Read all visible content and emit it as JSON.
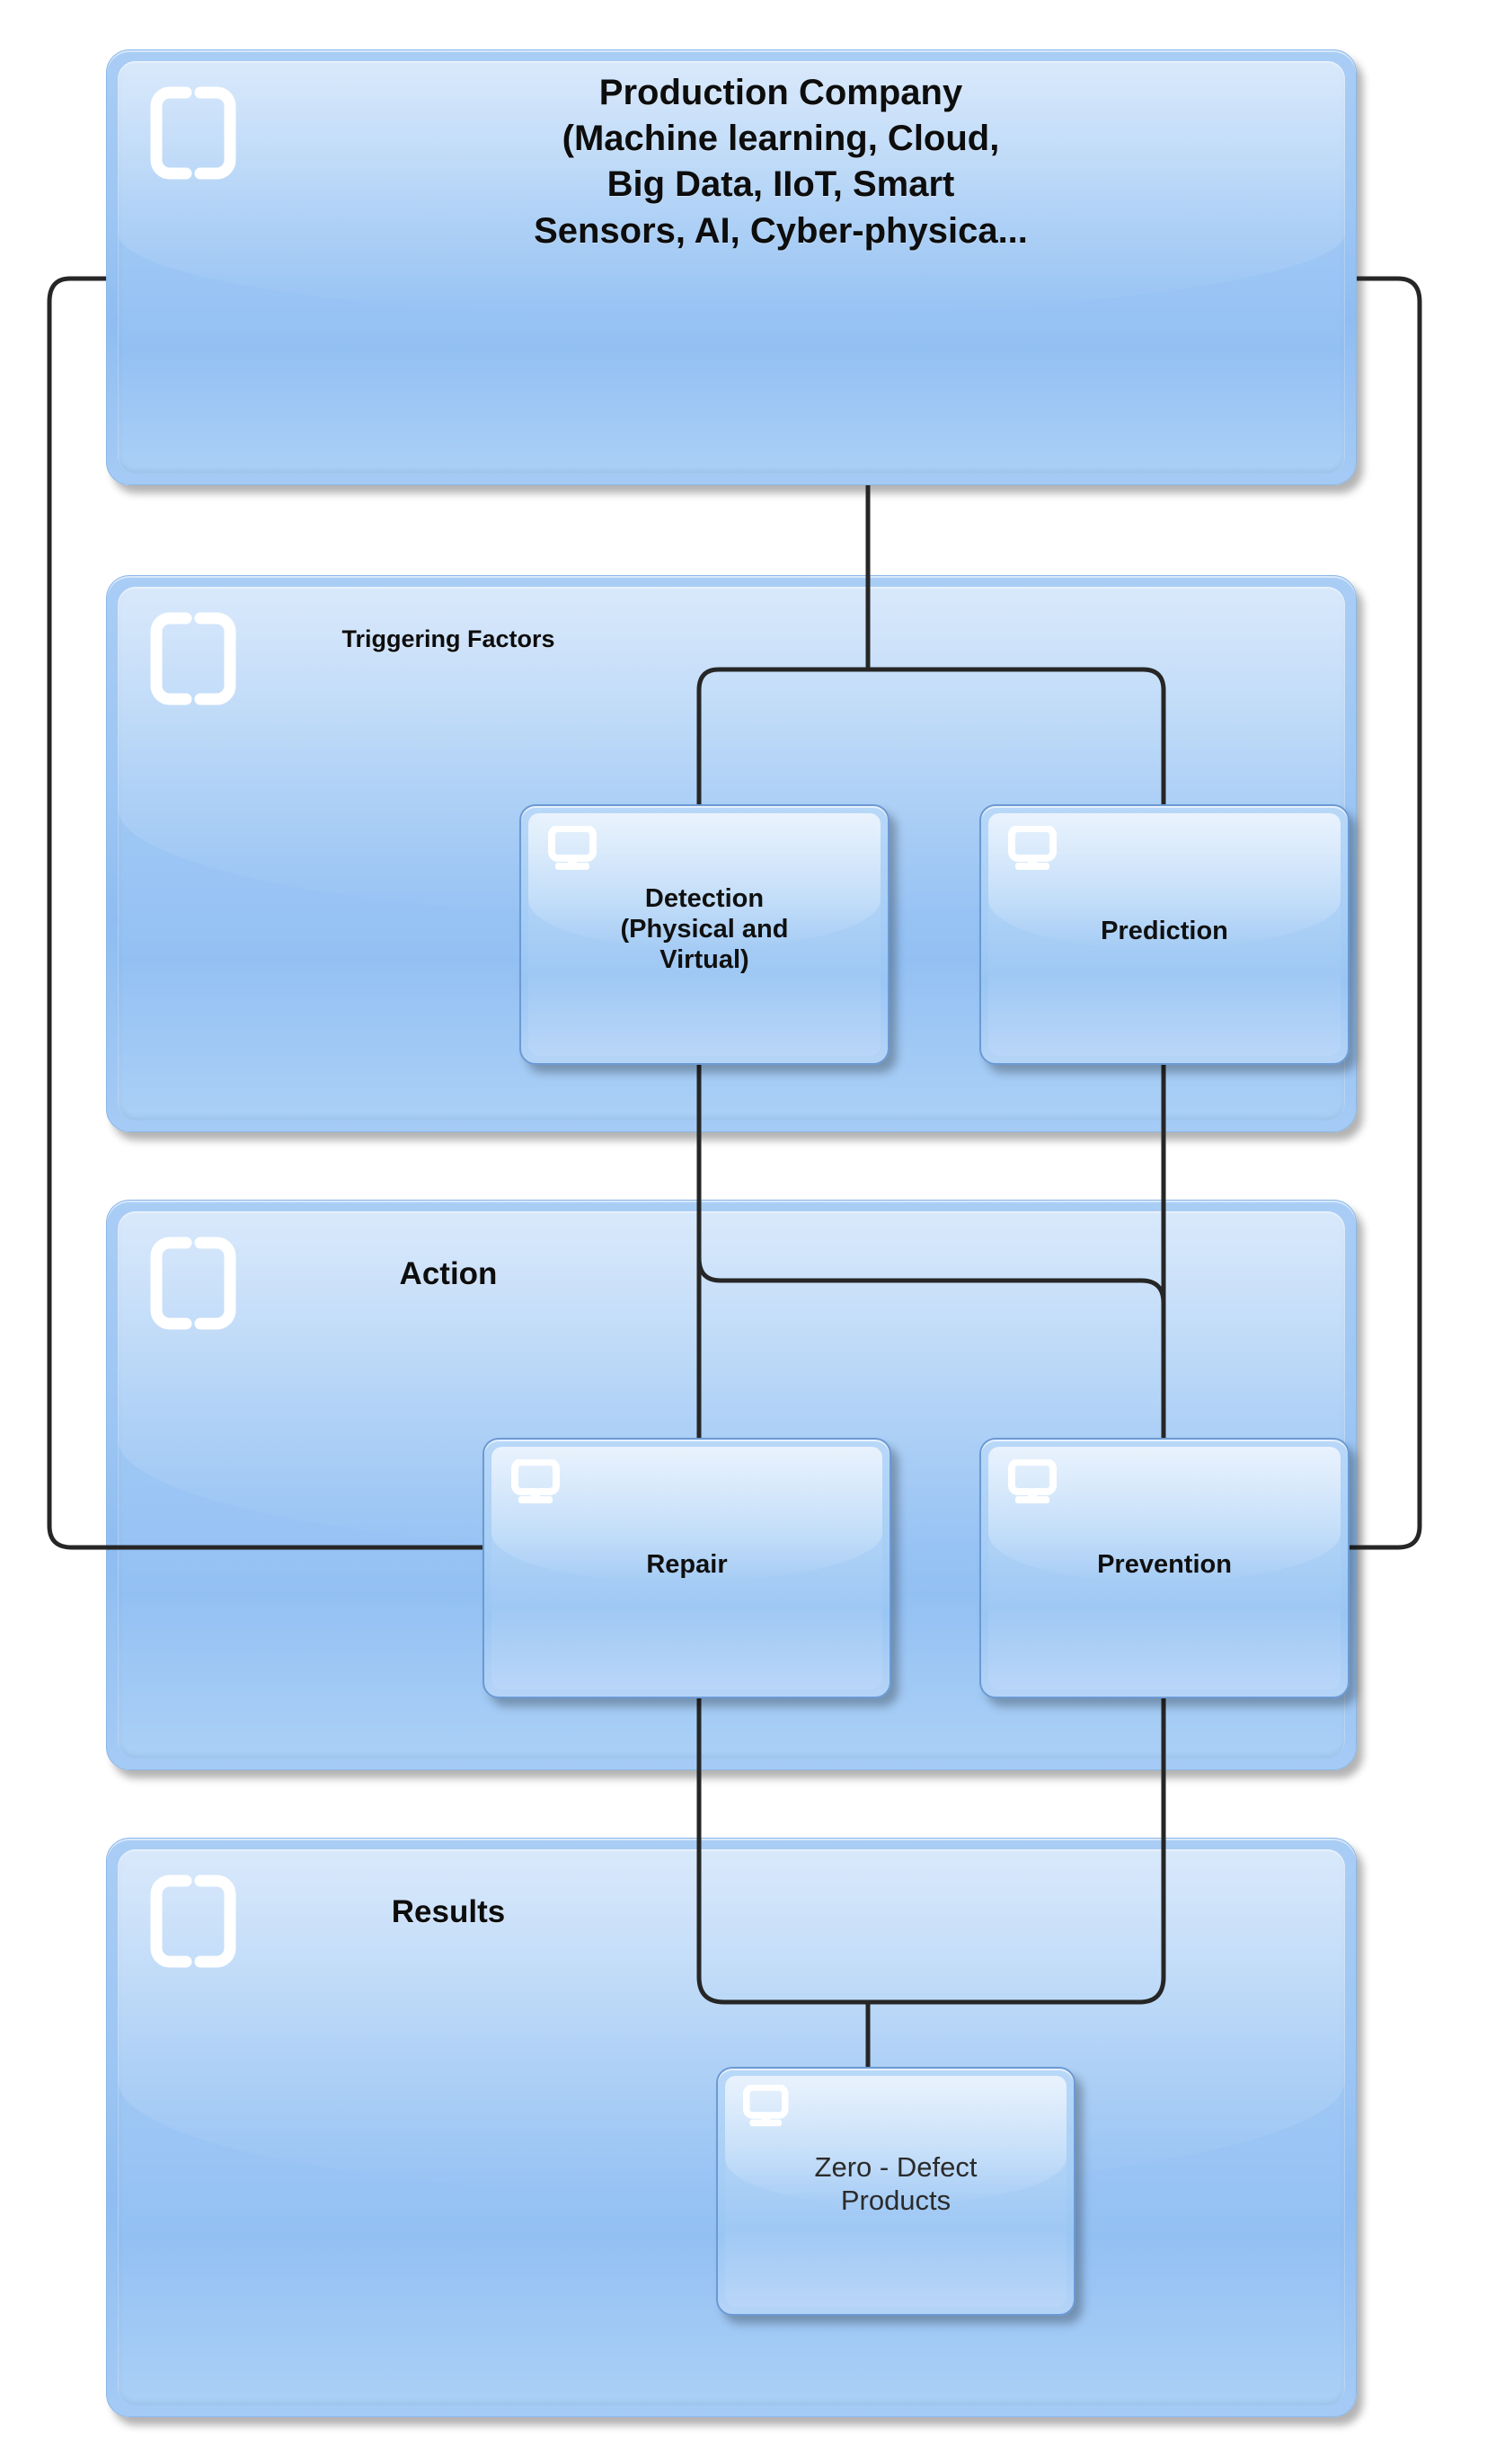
{
  "diagram": {
    "title": "Zero-Defect Manufacturing Flow",
    "accent_color": "#9cc6f4",
    "line_color": "#262626",
    "border_color": "#6b9ad4"
  },
  "groups": [
    {
      "key": "production_company",
      "label": "Production Company\n(Machine learning, Cloud,\nBig Data, IIoT, Smart\nSensors, AI, Cyber-physica...",
      "icon": "bracket-icon"
    },
    {
      "key": "triggering_factors",
      "label": "Triggering Factors",
      "icon": "bracket-icon"
    },
    {
      "key": "action",
      "label": "Action",
      "icon": "bracket-icon"
    },
    {
      "key": "results",
      "label": "Results",
      "icon": "bracket-icon"
    }
  ],
  "nodes": [
    {
      "key": "detection",
      "label": "Detection\n(Physical and\nVirtual)",
      "icon": "monitor-icon"
    },
    {
      "key": "prediction",
      "label": "Prediction",
      "icon": "monitor-icon"
    },
    {
      "key": "repair",
      "label": "Repair",
      "icon": "monitor-icon"
    },
    {
      "key": "prevention",
      "label": "Prevention",
      "icon": "monitor-icon"
    },
    {
      "key": "zero_defect",
      "label": "Zero - Defect\nProducts",
      "icon": "monitor-icon"
    }
  ],
  "connections": [
    {
      "from": "production_company",
      "to": "detection"
    },
    {
      "from": "production_company",
      "to": "prediction"
    },
    {
      "from": "detection",
      "to": "repair"
    },
    {
      "from": "prediction",
      "to": "prevention"
    },
    {
      "from": "detection",
      "to": "prevention"
    },
    {
      "from": "repair",
      "to": "zero_defect"
    },
    {
      "from": "prevention",
      "to": "zero_defect"
    },
    {
      "from": "production_company",
      "to": "repair",
      "route": "left-feedback"
    },
    {
      "from": "production_company",
      "to": "prevention",
      "route": "right-feedback"
    }
  ]
}
